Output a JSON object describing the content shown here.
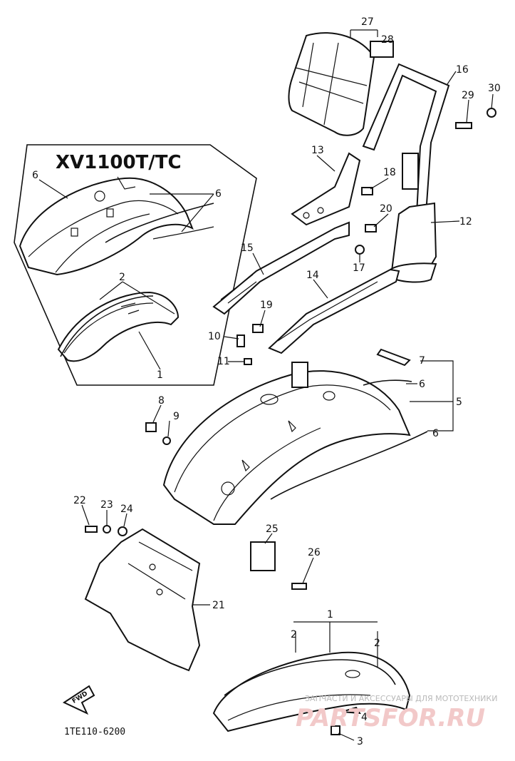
{
  "inset": {
    "title": "XV1100T/TC",
    "labels": [
      "6",
      "6",
      "2",
      "1"
    ]
  },
  "callouts": {
    "c1": "1",
    "c2a": "2",
    "c2b": "2",
    "c3": "3",
    "c4": "4",
    "c5": "5",
    "c6a": "6",
    "c6b": "6",
    "c7": "7",
    "c8": "8",
    "c9": "9",
    "c10": "10",
    "c11": "11",
    "c12": "12",
    "c13": "13",
    "c14": "14",
    "c15": "15",
    "c16": "16",
    "c17": "17",
    "c18": "18",
    "c19": "19",
    "c20": "20",
    "c21": "21",
    "c22": "22",
    "c23": "23",
    "c24": "24",
    "c25": "25",
    "c26": "26",
    "c27": "27",
    "c28": "28",
    "c29": "29",
    "c30": "30"
  },
  "fwd_arrow": "FWD",
  "reference_code": "1TE110-6200",
  "watermark": {
    "line1": "ЗАПЧАСТИ И АКСЕССУАРЫ ДЛЯ МОТОТЕХНИКИ",
    "line2": "PARTSFOR.RU"
  }
}
